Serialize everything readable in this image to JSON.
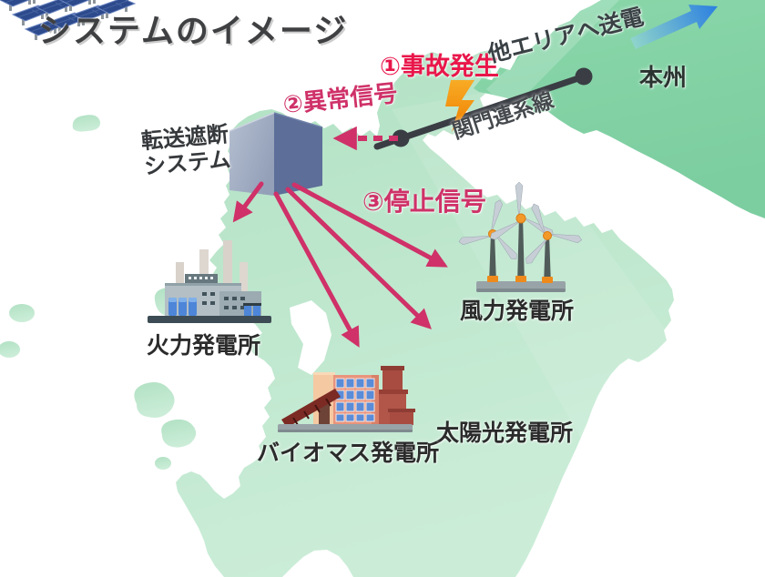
{
  "title": "システムのイメージ",
  "regions": {
    "honshu": "本州"
  },
  "steps": {
    "step1": "①事故発生",
    "step2": "②異常信号",
    "step3": "③停止信号"
  },
  "labels": {
    "transmission": "他エリアへ送電",
    "interconnection_line": "関門連系線",
    "system_line1": "転送遮断",
    "system_line2": "システム"
  },
  "plants": {
    "thermal": "火力発電所",
    "wind": "風力発電所",
    "solar": "太陽光発電所",
    "biomass": "バイオマス発電所"
  },
  "icons": {
    "fault": "lightning-bolt",
    "transmission": "blue-arrow-up-right",
    "abnormal_signal": "dashed-arrow-left",
    "stop_signal": "pink-arrow-fan",
    "interconnection": "line-with-end-dots",
    "system": "blue-3d-cube"
  },
  "colors": {
    "signal-pink": "#cf3168",
    "alert-red": "#e9164a",
    "lightning-orange": "#f59a1d",
    "power-blue": "#2b7fe0",
    "power-teal": "#8fd4cb",
    "land-light": "#bce7cd",
    "land-dark": "#84d3a6",
    "line-dark": "#3a3d44",
    "cube-light": "#a6b0c4",
    "cube-dark": "#5d6e99",
    "text-dark": "#3f4042"
  }
}
